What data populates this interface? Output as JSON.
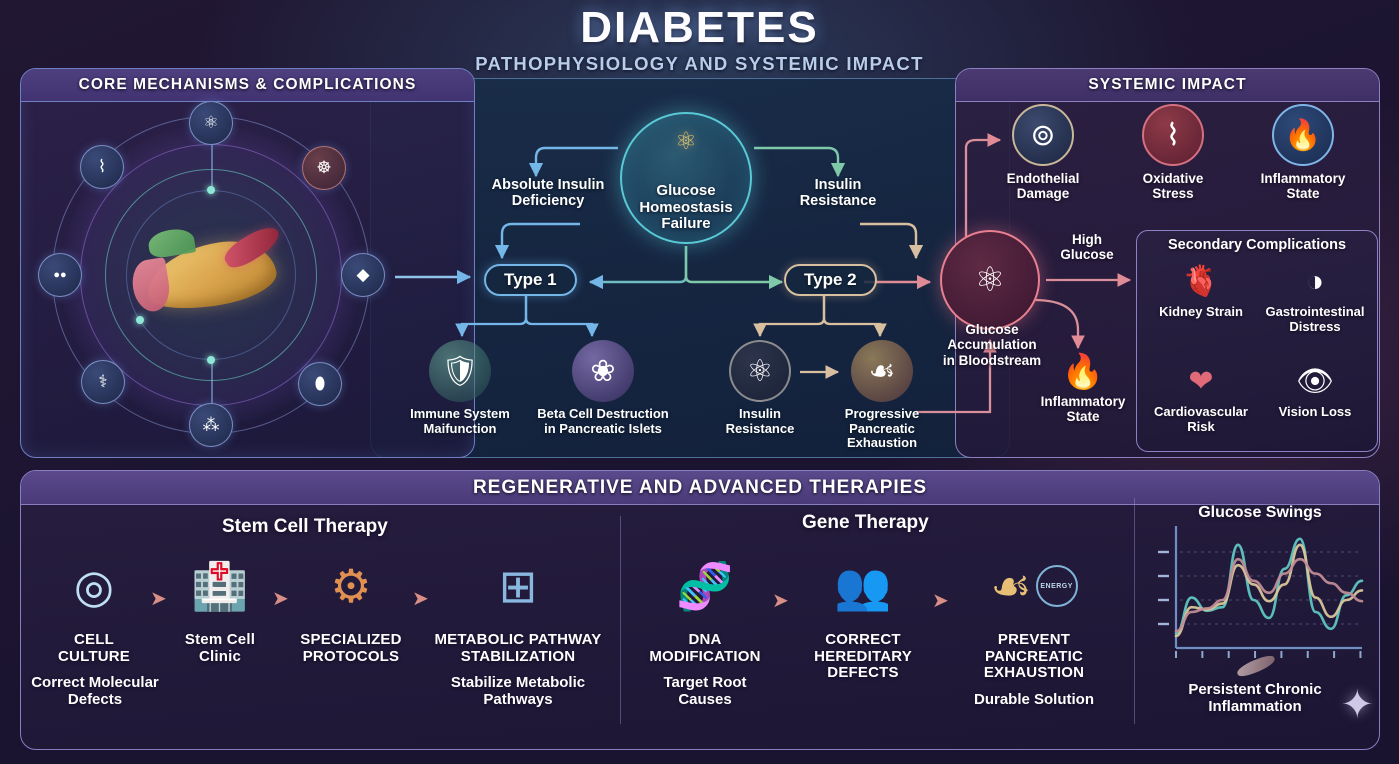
{
  "header": {
    "title": "DIABETES",
    "subtitle": "PATHOPHYSIOLOGY AND SYSTEMIC IMPACT"
  },
  "panels": {
    "left_header": "CORE MECHANISMS & COMPLICATIONS",
    "right_header": "SYSTEMIC IMPACT",
    "bottom_header": "REGENERATIVE AND ADVANCED THERAPIES"
  },
  "core_diagram": {
    "center_icon": "pancreas-organ-icon",
    "nodes": [
      {
        "name": "molecule-node-icon",
        "glyph": "⚛"
      },
      {
        "name": "virus-node-icon",
        "glyph": "☸"
      },
      {
        "name": "droplet-node-icon",
        "glyph": "◆"
      },
      {
        "name": "capsule-node-icon",
        "glyph": "⬮"
      },
      {
        "name": "network-node-icon",
        "glyph": "⁂"
      },
      {
        "name": "activity-node-icon",
        "glyph": "⚕"
      },
      {
        "name": "eyes-node-icon",
        "glyph": "●●"
      },
      {
        "name": "dna-node-icon",
        "glyph": "⌇"
      }
    ]
  },
  "flow": {
    "hub": {
      "label": "Glucose\nHomeostasis\nFailure",
      "line1": "Glucose",
      "line2": "Homeostasis",
      "line3": "Failure",
      "icon": "molecule-icon",
      "accent": "#59c9d6"
    },
    "left_branch_label": "Absolute Insulin\nDeficiency",
    "left_branch_l1": "Absolute Insulin",
    "left_branch_l2": "Deficiency",
    "right_branch_l1": "Insulin",
    "right_branch_l2": "Resistance",
    "type1": {
      "label": "Type 1",
      "accent": "#74b6e8"
    },
    "type2": {
      "label": "Type 2",
      "accent": "#d8bfa0"
    },
    "type1_children": [
      {
        "icon": "shield-icon",
        "glyph": "🛡",
        "l1": "Immune System",
        "l2": "Maifunction"
      },
      {
        "icon": "islet-cells-icon",
        "glyph": "❀",
        "l1": "Beta Cell Destruction",
        "l2": "in Pancreatic Islets"
      }
    ],
    "type2_children": [
      {
        "icon": "molecule-ring-icon",
        "glyph": "⚛",
        "l1": "Insulin",
        "l2": "Resistance"
      },
      {
        "icon": "pancreas-icon",
        "glyph": "☙",
        "l1": "Progressive",
        "l2": "Pancreatic",
        "l3": "Exhaustion"
      }
    ]
  },
  "systemic": {
    "top_items": [
      {
        "icon": "endothelial-cells-icon",
        "glyph": "⊚",
        "l1": "Endothelial",
        "l2": "Damage"
      },
      {
        "icon": "blood-vessel-icon",
        "glyph": "⌇",
        "l1": "Oxidative",
        "l2": "Stress"
      },
      {
        "icon": "flame-icon",
        "glyph": "🔥",
        "l1": "Inflammatory",
        "l2": "State"
      }
    ],
    "glucose_node": {
      "icon": "glucose-molecule-icon",
      "glyph": "⚛",
      "l1": "Glucose",
      "l2": "Accumulation",
      "l3": "in Bloodstream"
    },
    "high_glucose_l1": "High",
    "high_glucose_l2": "Glucose",
    "inflammatory": {
      "icon": "flame-icon",
      "glyph": "🔥",
      "l1": "Inflammatory",
      "l2": "State"
    },
    "secondary_title": "Secondary Complications",
    "secondary_items": [
      {
        "icon": "kidney-icon",
        "glyph": "🫀",
        "l1": "Kidney Strain",
        "l2": ""
      },
      {
        "icon": "stomach-icon",
        "glyph": "◑",
        "l1": "Gastrointestinal",
        "l2": "Distress"
      },
      {
        "icon": "heart-icon",
        "glyph": "❤",
        "l1": "Cardiovascular",
        "l2": "Risk"
      },
      {
        "icon": "eye-icon",
        "glyph": "👁",
        "l1": "Vision Loss",
        "l2": ""
      }
    ]
  },
  "therapies": {
    "stem_cell_title": "Stem Cell Therapy",
    "gene_title": "Gene Therapy",
    "arrow_glyph": "➤",
    "stem_steps": [
      {
        "icon": "cell-culture-icon",
        "glyph": "◎",
        "t1": "CELL",
        "t2": "CULTURE",
        "sub1": "Correct Molecular",
        "sub2": "Defects"
      },
      {
        "icon": "clinic-building-icon",
        "glyph": "🏥",
        "t1": "Stem Cell",
        "t2": "Clinic",
        "sub1": "",
        "sub2": ""
      },
      {
        "icon": "gears-icon",
        "glyph": "⚙",
        "t1": "SPECIALIZED",
        "t2": "PROTOCOLS",
        "sub1": "",
        "sub2": ""
      },
      {
        "icon": "pathway-flowchart-icon",
        "glyph": "⊞",
        "t1": "METABOLIC PATHWAY",
        "t2": "STABILIZATION",
        "sub1": "Stabilize Metabolic",
        "sub2": "Pathways"
      }
    ],
    "gene_steps": [
      {
        "icon": "dna-pipette-icon",
        "glyph": "🧬",
        "t1": "DNA",
        "t2": "MODIFICATION",
        "t3": "",
        "sub1": "Target Root",
        "sub2": "Causes"
      },
      {
        "icon": "family-tree-icon",
        "glyph": "👥",
        "t1": "CORRECT",
        "t2": "HEREDITARY",
        "t3": "DEFECTS",
        "sub1": "",
        "sub2": ""
      },
      {
        "icon": "pancreas-gauge-icon",
        "glyph": "☙",
        "t1": "PREVENT",
        "t2": "PANCREATIC",
        "t3": "EXHAUSTION",
        "sub1": "Durable Solution",
        "sub2": ""
      }
    ],
    "gauge_label": "ENERGY"
  },
  "chart_data": {
    "type": "line",
    "title": "Glucose Swings",
    "caption_l1": "Persistent Chronic",
    "caption_l2": "Inflammation",
    "xlabel": "",
    "ylabel": "",
    "grid": true,
    "legend": "none",
    "x": [
      0,
      1,
      2,
      3,
      4,
      5,
      6,
      7,
      8,
      9,
      10,
      11,
      12
    ],
    "ylim": [
      0,
      10
    ],
    "xlim": [
      0,
      12
    ],
    "y_ticks": [
      2,
      4,
      6,
      8
    ],
    "x_ticks": [
      0,
      1.7,
      3.4,
      5.1,
      6.8,
      8.5,
      10.2,
      11.9
    ],
    "series": [
      {
        "name": "teal-curve",
        "color": "#5fc6c0",
        "values": [
          1.2,
          4.2,
          3.1,
          3.4,
          8.6,
          4.0,
          2.5,
          6.6,
          9.1,
          3.0,
          1.6,
          4.4,
          5.6
        ]
      },
      {
        "name": "sand-curve",
        "color": "#d9c79a",
        "values": [
          1.0,
          3.4,
          3.2,
          3.7,
          6.9,
          5.3,
          3.9,
          5.3,
          8.6,
          4.2,
          2.6,
          4.0,
          4.8
        ]
      },
      {
        "name": "rose-curve",
        "color": "#c08c96",
        "values": [
          1.4,
          3.0,
          3.3,
          4.0,
          7.4,
          5.6,
          4.6,
          6.2,
          7.4,
          6.2,
          5.4,
          4.6,
          3.9
        ]
      }
    ]
  }
}
